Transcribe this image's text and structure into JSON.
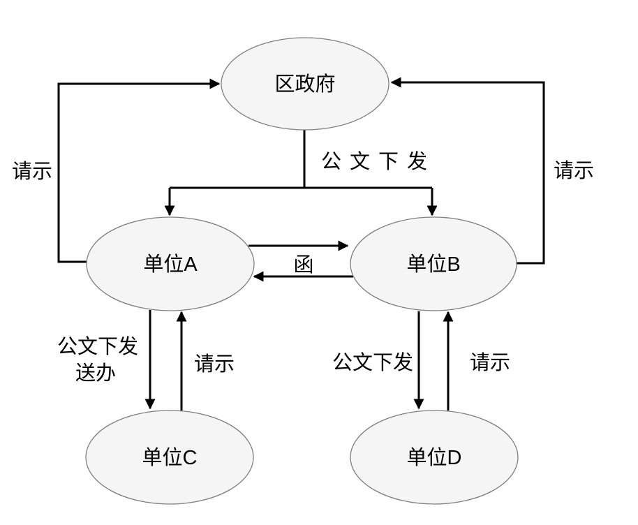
{
  "nodes": {
    "gov": "区政府",
    "unit_a": "单位A",
    "unit_b": "单位B",
    "unit_c": "单位C",
    "unit_d": "单位D"
  },
  "labels": {
    "request_left": "请示",
    "request_right": "请示",
    "issue_top": "公文下发",
    "letter": "函",
    "issue_ac_line1": "公文下发",
    "issue_ac_line2": "送办",
    "request_ca": "请示",
    "issue_bd": "公文下发",
    "request_db": "请示"
  },
  "colors": {
    "background": "#ffffff",
    "node_fill": "#f5f5f5",
    "node_stroke": "#7f7f7f",
    "arrow": "#000000",
    "text": "#000000"
  }
}
